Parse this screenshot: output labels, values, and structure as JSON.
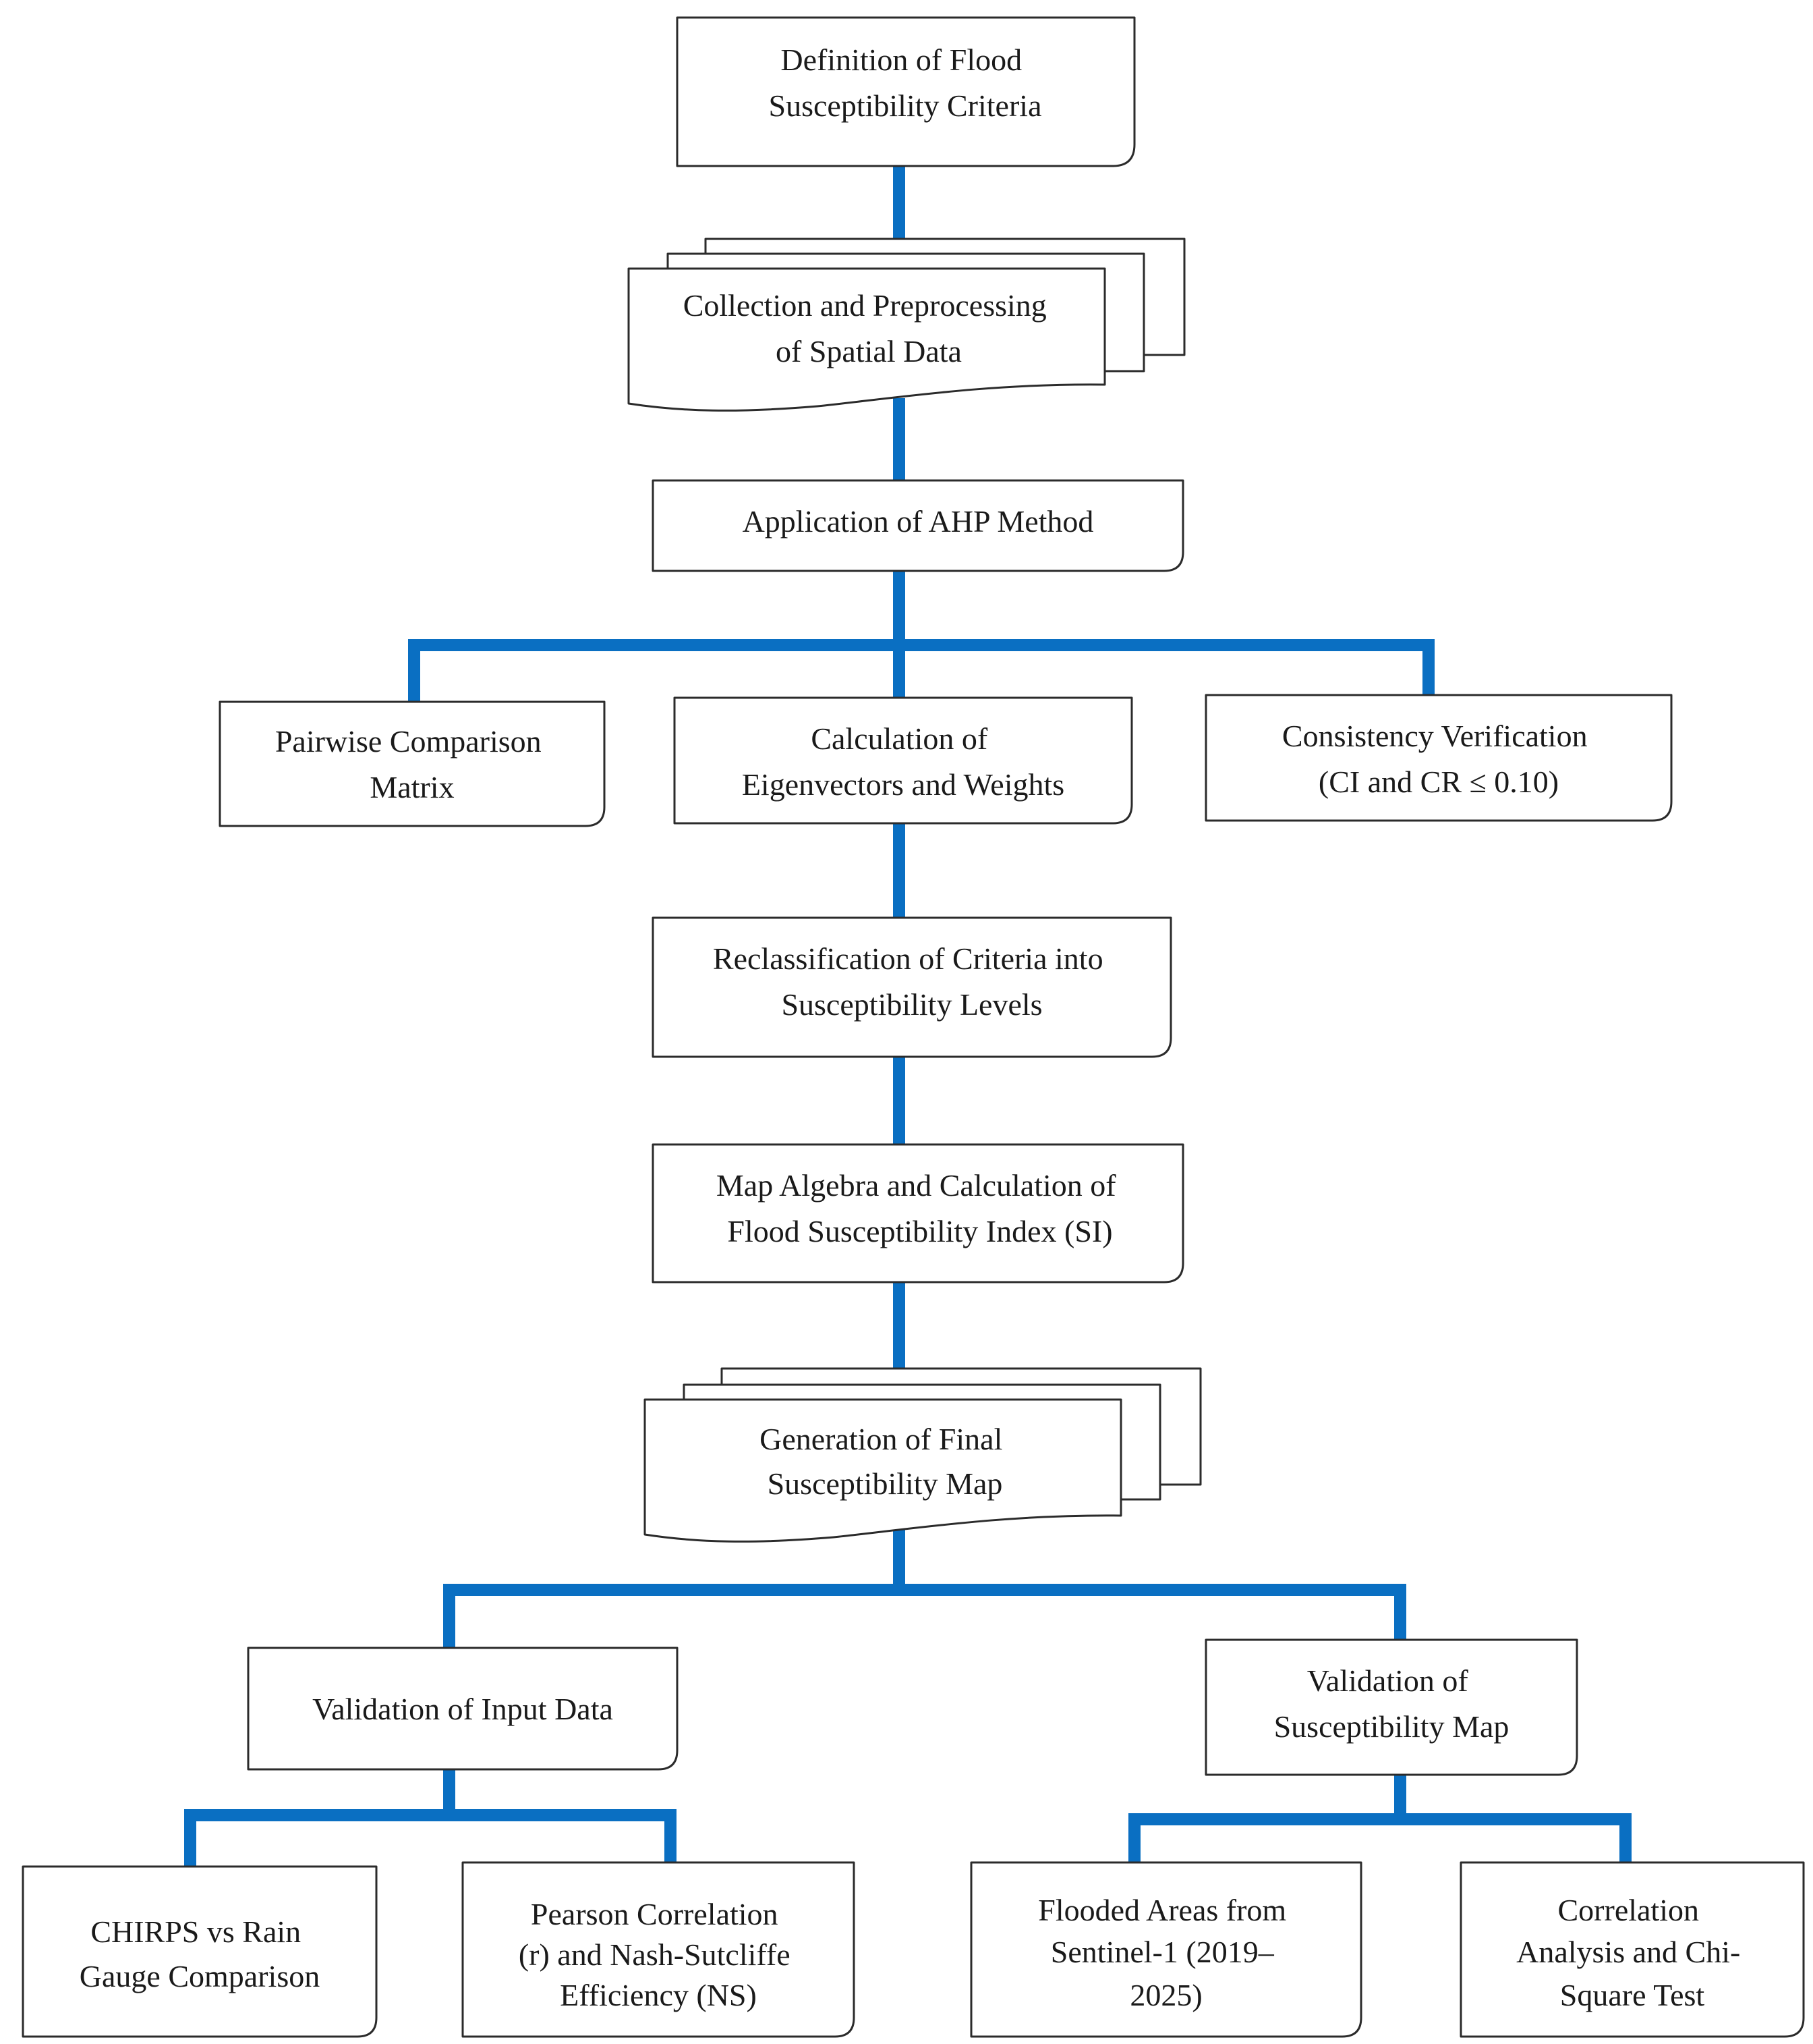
{
  "nodes": {
    "definition": {
      "lines": [
        "Definition of Flood",
        "Susceptibility Criteria"
      ]
    },
    "collection": {
      "lines": [
        "Collection and Preprocessing",
        "of Spatial Data"
      ]
    },
    "ahp": {
      "lines": [
        "Application of AHP Method"
      ]
    },
    "pairwise": {
      "lines": [
        "Pairwise Comparison",
        "Matrix"
      ]
    },
    "eigen": {
      "lines": [
        "Calculation of",
        "Eigenvectors and Weights"
      ]
    },
    "consistency": {
      "lines": [
        "Consistency Verification",
        "(CI and CR ≤ 0.10)"
      ]
    },
    "reclass": {
      "lines": [
        "Reclassification of Criteria into",
        "Susceptibility Levels"
      ]
    },
    "algebra": {
      "lines": [
        "Map Algebra and Calculation of",
        "Flood Susceptibility Index (SI)"
      ]
    },
    "final_map": {
      "lines": [
        "Generation of Final",
        "Susceptibility Map"
      ]
    },
    "val_input": {
      "lines": [
        "Validation of Input Data"
      ]
    },
    "val_map": {
      "lines": [
        "Validation of",
        "Susceptibility Map"
      ]
    },
    "chirps": {
      "lines": [
        "CHIRPS vs Rain",
        "Gauge Comparison"
      ]
    },
    "pearson": {
      "lines": [
        "Pearson Correlation",
        "(r) and Nash-Sutcliffe",
        "Efficiency (NS)"
      ]
    },
    "flooded": {
      "lines": [
        "Flooded Areas from",
        "Sentinel-1 (2019–",
        "2025)"
      ]
    },
    "chisq": {
      "lines": [
        "Correlation",
        "Analysis and Chi-",
        "Square Test"
      ]
    }
  },
  "colors": {
    "connector": "#0a6fc2",
    "box_border": "#2b2b2b",
    "text": "#1a1a1a"
  }
}
